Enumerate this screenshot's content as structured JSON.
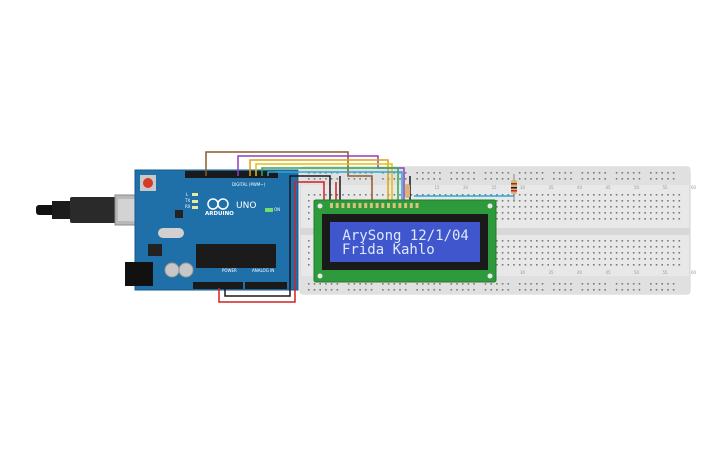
{
  "lcd": {
    "line1": " ArySong 12/1/04",
    "line2": "Frida Kahlo",
    "backlight_color": "#3f56cc",
    "text_color": "#dfe8ff",
    "pcb_color": "#2d9a3c"
  },
  "arduino": {
    "board_name": "UNO",
    "brand": "ARDUINO",
    "digital_label": "DIGITAL (PWM~)",
    "power_label": "POWER",
    "analog_label": "ANALOG IN",
    "tx_label": "TX",
    "rx_label": "RX",
    "l_label": "L",
    "on_label": "ON",
    "board_color": "#1f6fa8"
  },
  "breadboard": {
    "color": "#e6e6e6",
    "column_numbers": [
      "10",
      "15",
      "20",
      "25",
      "30",
      "35",
      "40",
      "45",
      "50",
      "55",
      "60"
    ]
  },
  "wires": {
    "colors": [
      "#8a5a2b",
      "#8e3fbf",
      "#e0a010",
      "#2fa84f",
      "#2aa7d8",
      "#1a1a1a",
      "#d42020"
    ]
  }
}
